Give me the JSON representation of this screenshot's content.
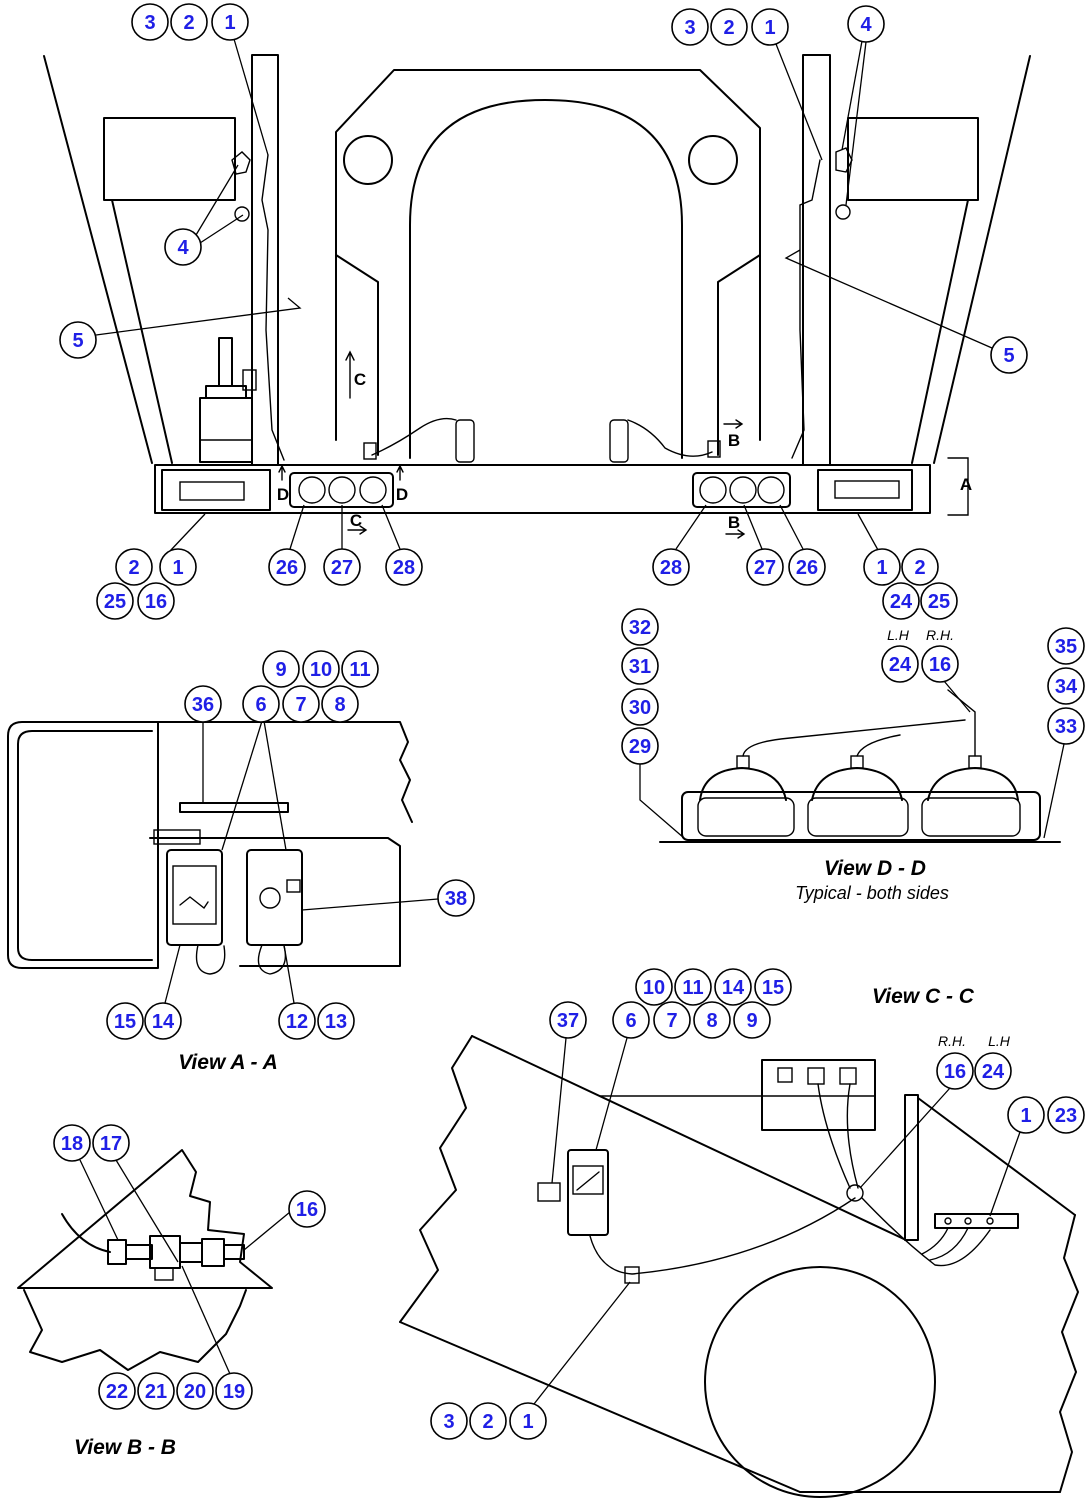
{
  "callout_color": "#1f1fe6",
  "callouts": {
    "main": [
      "3",
      "2",
      "1",
      "4",
      "5",
      "3",
      "2",
      "1",
      "4",
      "5",
      "2",
      "1",
      "25",
      "16",
      "26",
      "27",
      "28",
      "28",
      "27",
      "26",
      "1",
      "2",
      "24",
      "25"
    ],
    "view_d": [
      "32",
      "31",
      "30",
      "29",
      "24",
      "16",
      "35",
      "34",
      "33"
    ],
    "view_a": [
      "9",
      "10",
      "11",
      "36",
      "6",
      "7",
      "8",
      "38",
      "15",
      "14",
      "12",
      "13"
    ],
    "view_c": [
      "10",
      "11",
      "14",
      "15",
      "37",
      "6",
      "7",
      "8",
      "9",
      "16",
      "24",
      "1",
      "23",
      "3",
      "2",
      "1"
    ],
    "view_b": [
      "18",
      "17",
      "16",
      "22",
      "21",
      "20",
      "19"
    ]
  },
  "views": {
    "d": {
      "title": "View D - D",
      "note": "Typical - both sides",
      "lh": "L.H",
      "rh": "R.H."
    },
    "a": {
      "title": "View A - A"
    },
    "c": {
      "title": "View C - C",
      "rh": "R.H.",
      "lh": "L.H"
    },
    "b": {
      "title": "View B - B"
    }
  },
  "section_markers": {
    "c_top": "C",
    "b_top": "B",
    "d_left": "D",
    "d_right": "D",
    "c_bottom": "C",
    "b_bottom": "B",
    "a_side": "A"
  }
}
